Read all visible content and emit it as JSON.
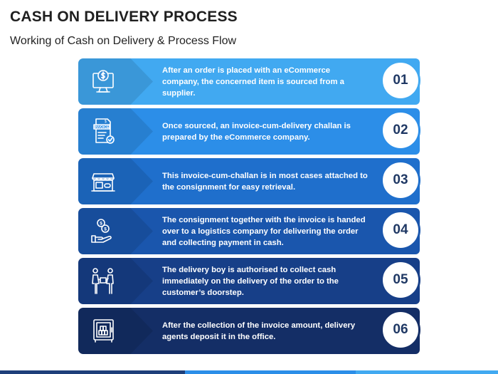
{
  "title": "CASH ON DELIVERY PROCESS",
  "subtitle": "Working of Cash on Delivery & Process Flow",
  "steps": [
    {
      "num": "01",
      "text": "After an order is placed with an eCommerce company, the concerned item is sourced from a supplier.",
      "color": "#41a9f1",
      "icon": "computer-dollar-icon"
    },
    {
      "num": "02",
      "text": "Once sourced, an invoice-cum-delivery challan is prepared by the eCommerce company.",
      "color": "#2c8ee8",
      "icon": "invoice-icon"
    },
    {
      "num": "03",
      "text": "This invoice-cum-challan is in most cases attached to the consignment for easy retrieval.",
      "color": "#1f6fcc",
      "icon": "store-icon"
    },
    {
      "num": "04",
      "text": "The consignment together with the invoice is handed over to a logistics company for delivering the order and collecting payment in cash.",
      "color": "#1a56ad",
      "icon": "hand-coins-icon"
    },
    {
      "num": "05",
      "text": "The delivery boy is authorised to collect cash immediately on the delivery of the order to the customer’s doorstep.",
      "color": "#173f88",
      "icon": "delivery-handover-icon"
    },
    {
      "num": "06",
      "text": "After the collection of the invoice amount, delivery agents deposit it in the office.",
      "color": "#142e66",
      "icon": "safe-icon"
    }
  ],
  "footer_colors": [
    "#1e3f7a",
    "#2c8ee8",
    "#41a9f1"
  ]
}
